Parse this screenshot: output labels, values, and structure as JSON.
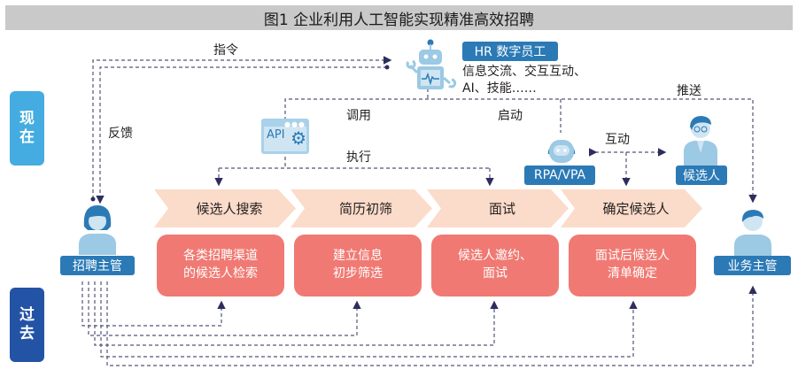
{
  "title": "图1  企业利用人工智能实现精准高效招聘",
  "eras": {
    "now": [
      "现",
      "在"
    ],
    "past": [
      "过",
      "去"
    ]
  },
  "actors": {
    "hr_digital": {
      "label": "HR 数字员工",
      "desc_line1": "信息交流、交互互动、",
      "desc_line2": "AI、技能……"
    },
    "api": {
      "label": "API"
    },
    "rpa": {
      "label": "RPA/VPA"
    },
    "candidate": {
      "label": "候选人"
    },
    "recruiter": {
      "label": "招聘主管"
    },
    "business_manager": {
      "label": "业务主管"
    }
  },
  "flow_labels": {
    "instruction": "指令",
    "feedback": "反馈",
    "invoke": "调用",
    "execute": "执行",
    "launch": "启动",
    "interact": "互动",
    "push": "推送"
  },
  "steps": [
    {
      "title": "候选人搜索",
      "desc": [
        "各类招聘渠道",
        "的候选人检索"
      ]
    },
    {
      "title": "简历初筛",
      "desc": [
        "建立信息",
        "初步筛选"
      ]
    },
    {
      "title": "面试",
      "desc": [
        "候选人邀约、",
        "面试"
      ]
    },
    {
      "title": "确定候选人",
      "desc": [
        "面试后候选人",
        "清单确定"
      ]
    }
  ],
  "colors": {
    "now": "#44ace0",
    "past": "#2353a5",
    "badge": "#2b7ab6",
    "step_chevron": "#fbdbc9",
    "step_card": "#f07a73",
    "line": "#4b4a72"
  }
}
